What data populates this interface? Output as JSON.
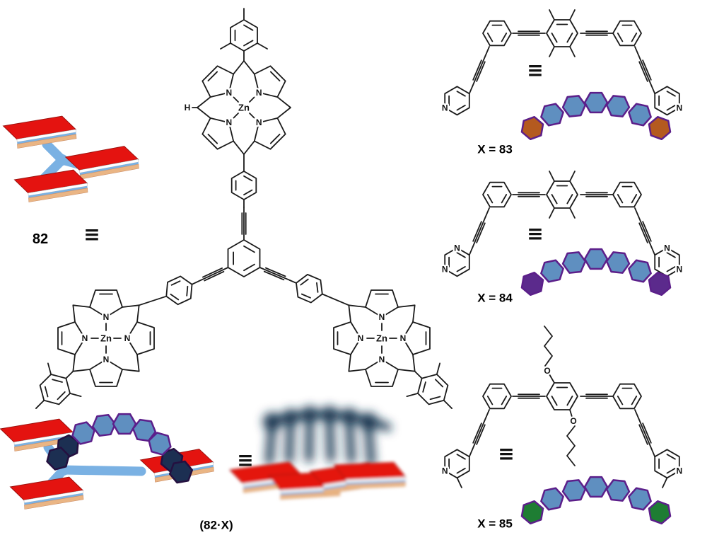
{
  "labels": {
    "host": "82",
    "complex": "(82·X)",
    "equiv": "≡"
  },
  "guests": [
    {
      "id": "83",
      "label": "X = 83"
    },
    {
      "id": "84",
      "label": "X = 84"
    },
    {
      "id": "85",
      "label": "X = 85"
    }
  ],
  "atoms": {
    "zinc": "Zn",
    "nitrogen": "N",
    "oxygen": "O",
    "hydrogen": "H"
  },
  "colors": {
    "plate_red": "#e41310",
    "plate_edge_blue": "#7ab1e3",
    "plate_edge_tan": "#eab584",
    "hub_blue": "#7ab1e3",
    "rod_blue": "#5f8fc0",
    "rod_dark": "#1c2f52",
    "rod_outline_purple": "#5c1f8a",
    "end_83": "#b45a1f",
    "end_84": "#5b2a8c",
    "end_85": "#1e7d33",
    "bond": "#1a1a1a"
  }
}
